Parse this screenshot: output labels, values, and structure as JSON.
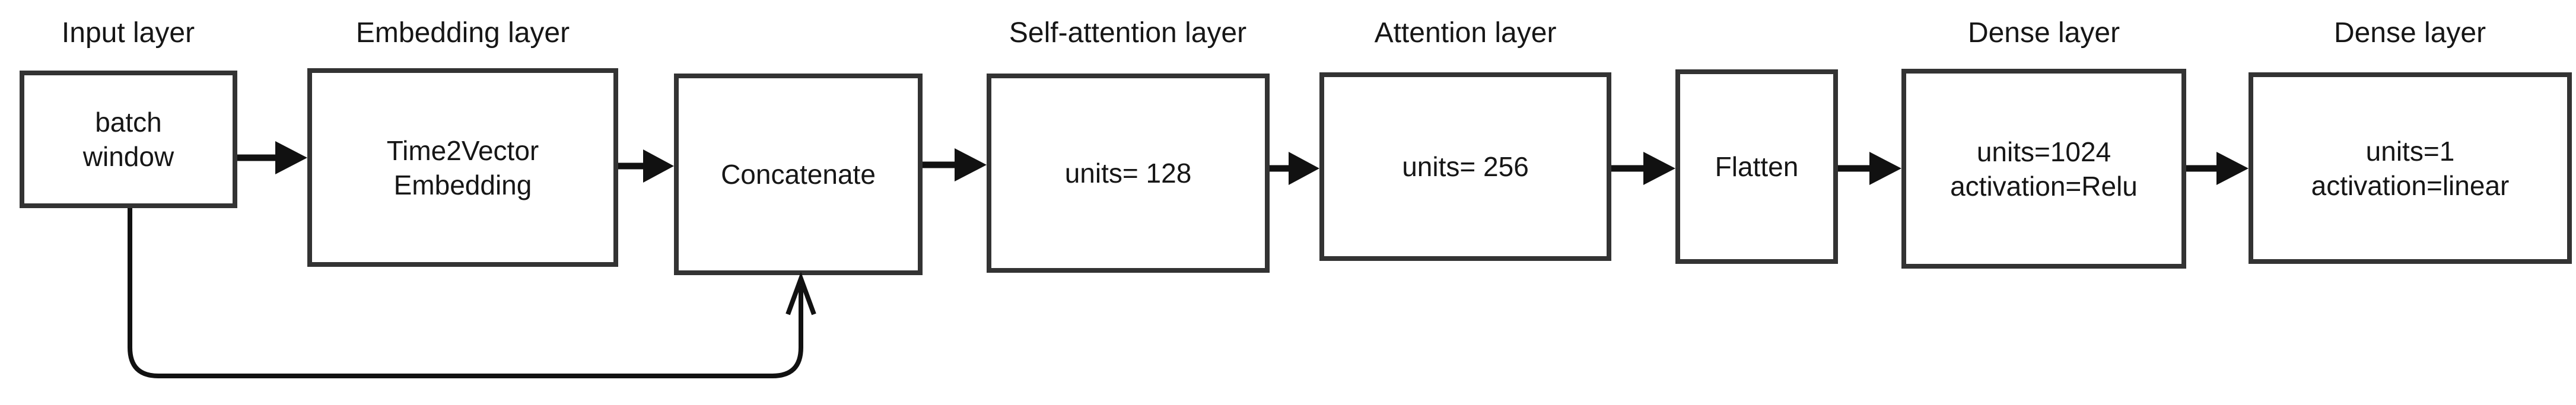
{
  "diagram": {
    "description": "Neural network architecture flow diagram",
    "colors": {
      "background": "#ffffff",
      "box_border": "#333333",
      "text": "#161616",
      "connector": "#111111"
    },
    "nodes": [
      {
        "label": "Input layer",
        "text": "batch\nwindow"
      },
      {
        "label": "Embedding layer",
        "text": "Time2Vector\nEmbedding"
      },
      {
        "label": "",
        "text": "Concatenate"
      },
      {
        "label": "Self-attention layer",
        "text": "units= 128"
      },
      {
        "label": "Attention layer",
        "text": "units= 256"
      },
      {
        "label": "",
        "text": "Flatten"
      },
      {
        "label": "Dense layer",
        "text": "units=1024\nactivation=Relu"
      },
      {
        "label": "Dense layer",
        "text": "units=1\nactivation=linear"
      }
    ],
    "connections": [
      "input-to-embedding",
      "embedding-to-concatenate",
      "concatenate-to-self-attention",
      "self-attention-to-attention",
      "attention-to-flatten",
      "flatten-to-dense1",
      "dense1-to-dense2",
      "input-skip-to-concatenate"
    ]
  }
}
